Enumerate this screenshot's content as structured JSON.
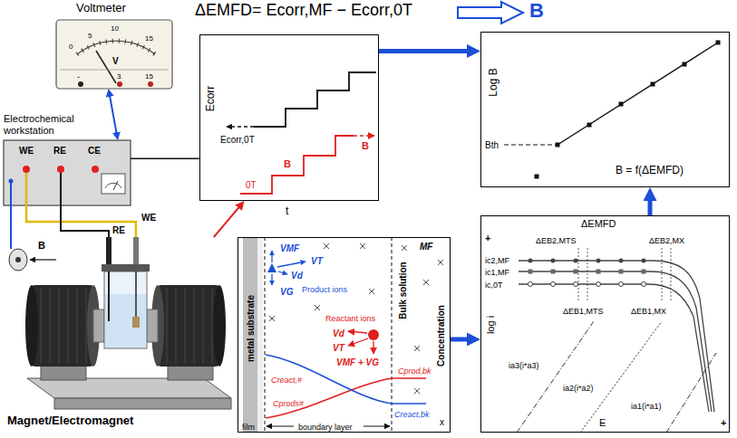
{
  "diagram": {
    "title": "ΔEMFD= Ecorr,MF − Ecorr,0T",
    "nodes": [
      {
        "text": [
          "Voltmeter"
        ]
      },
      {
        "text": [
          "Electrochemical workstation",
          "WE",
          "RE",
          "CE"
        ]
      },
      {
        "text": [
          "Magnet/Electromagnet"
        ]
      },
      {
        "text": [
          "Ecorr",
          "Ecorr,0T",
          "0T",
          "B",
          "B",
          "t"
        ]
      },
      {
        "text": [
          "Log B",
          "Bth",
          "B = f(ΔEMFD)"
        ]
      },
      {
        "text": [
          "metal substrate",
          "Bulk solution",
          "MF",
          "Concentration",
          "VMF",
          "VT",
          "Vd",
          "VG",
          "Product ions",
          "Reactant ions",
          "Vd",
          "VT",
          "VMF + VG",
          "Creact,#",
          "Cprod,bk",
          "Cprods#",
          "Creact,bk",
          "film",
          "boundary layer",
          "x"
        ]
      },
      {
        "text": [
          "ΔEMFD",
          "+",
          "log i",
          "ic2,MF",
          "ic1,MF",
          "ic,0T",
          "ΔEB2,MTS",
          "ΔEB2,MX",
          "ΔEB1,MTS",
          "ΔEB1,MX",
          "ia3(i*a3)",
          "ia2(i*a2)",
          "ia1(i*a1)",
          "E",
          "+"
        ]
      }
    ],
    "edges": [
      {
        "from": 1,
        "to": 0,
        "arrow": "both"
      },
      {
        "from": 1,
        "to": 3,
        "arrow": "none"
      },
      {
        "from": 1,
        "to": 2,
        "arrow": "none"
      },
      {
        "from": 1,
        "to": 2,
        "arrow": "none"
      },
      {
        "from": 2,
        "to": 3,
        "arrow": "to"
      },
      {
        "from": 3,
        "to": 4,
        "arrow": "to"
      },
      {
        "from": 5,
        "to": 6,
        "arrow": "to"
      },
      {
        "from": 6,
        "to": 4,
        "arrow": "to"
      }
    ],
    "labels": [
      "B",
      "0",
      "5",
      "10",
      "15",
      "V",
      "-",
      "3",
      "15",
      "B",
      "WE",
      "RE"
    ]
  }
}
